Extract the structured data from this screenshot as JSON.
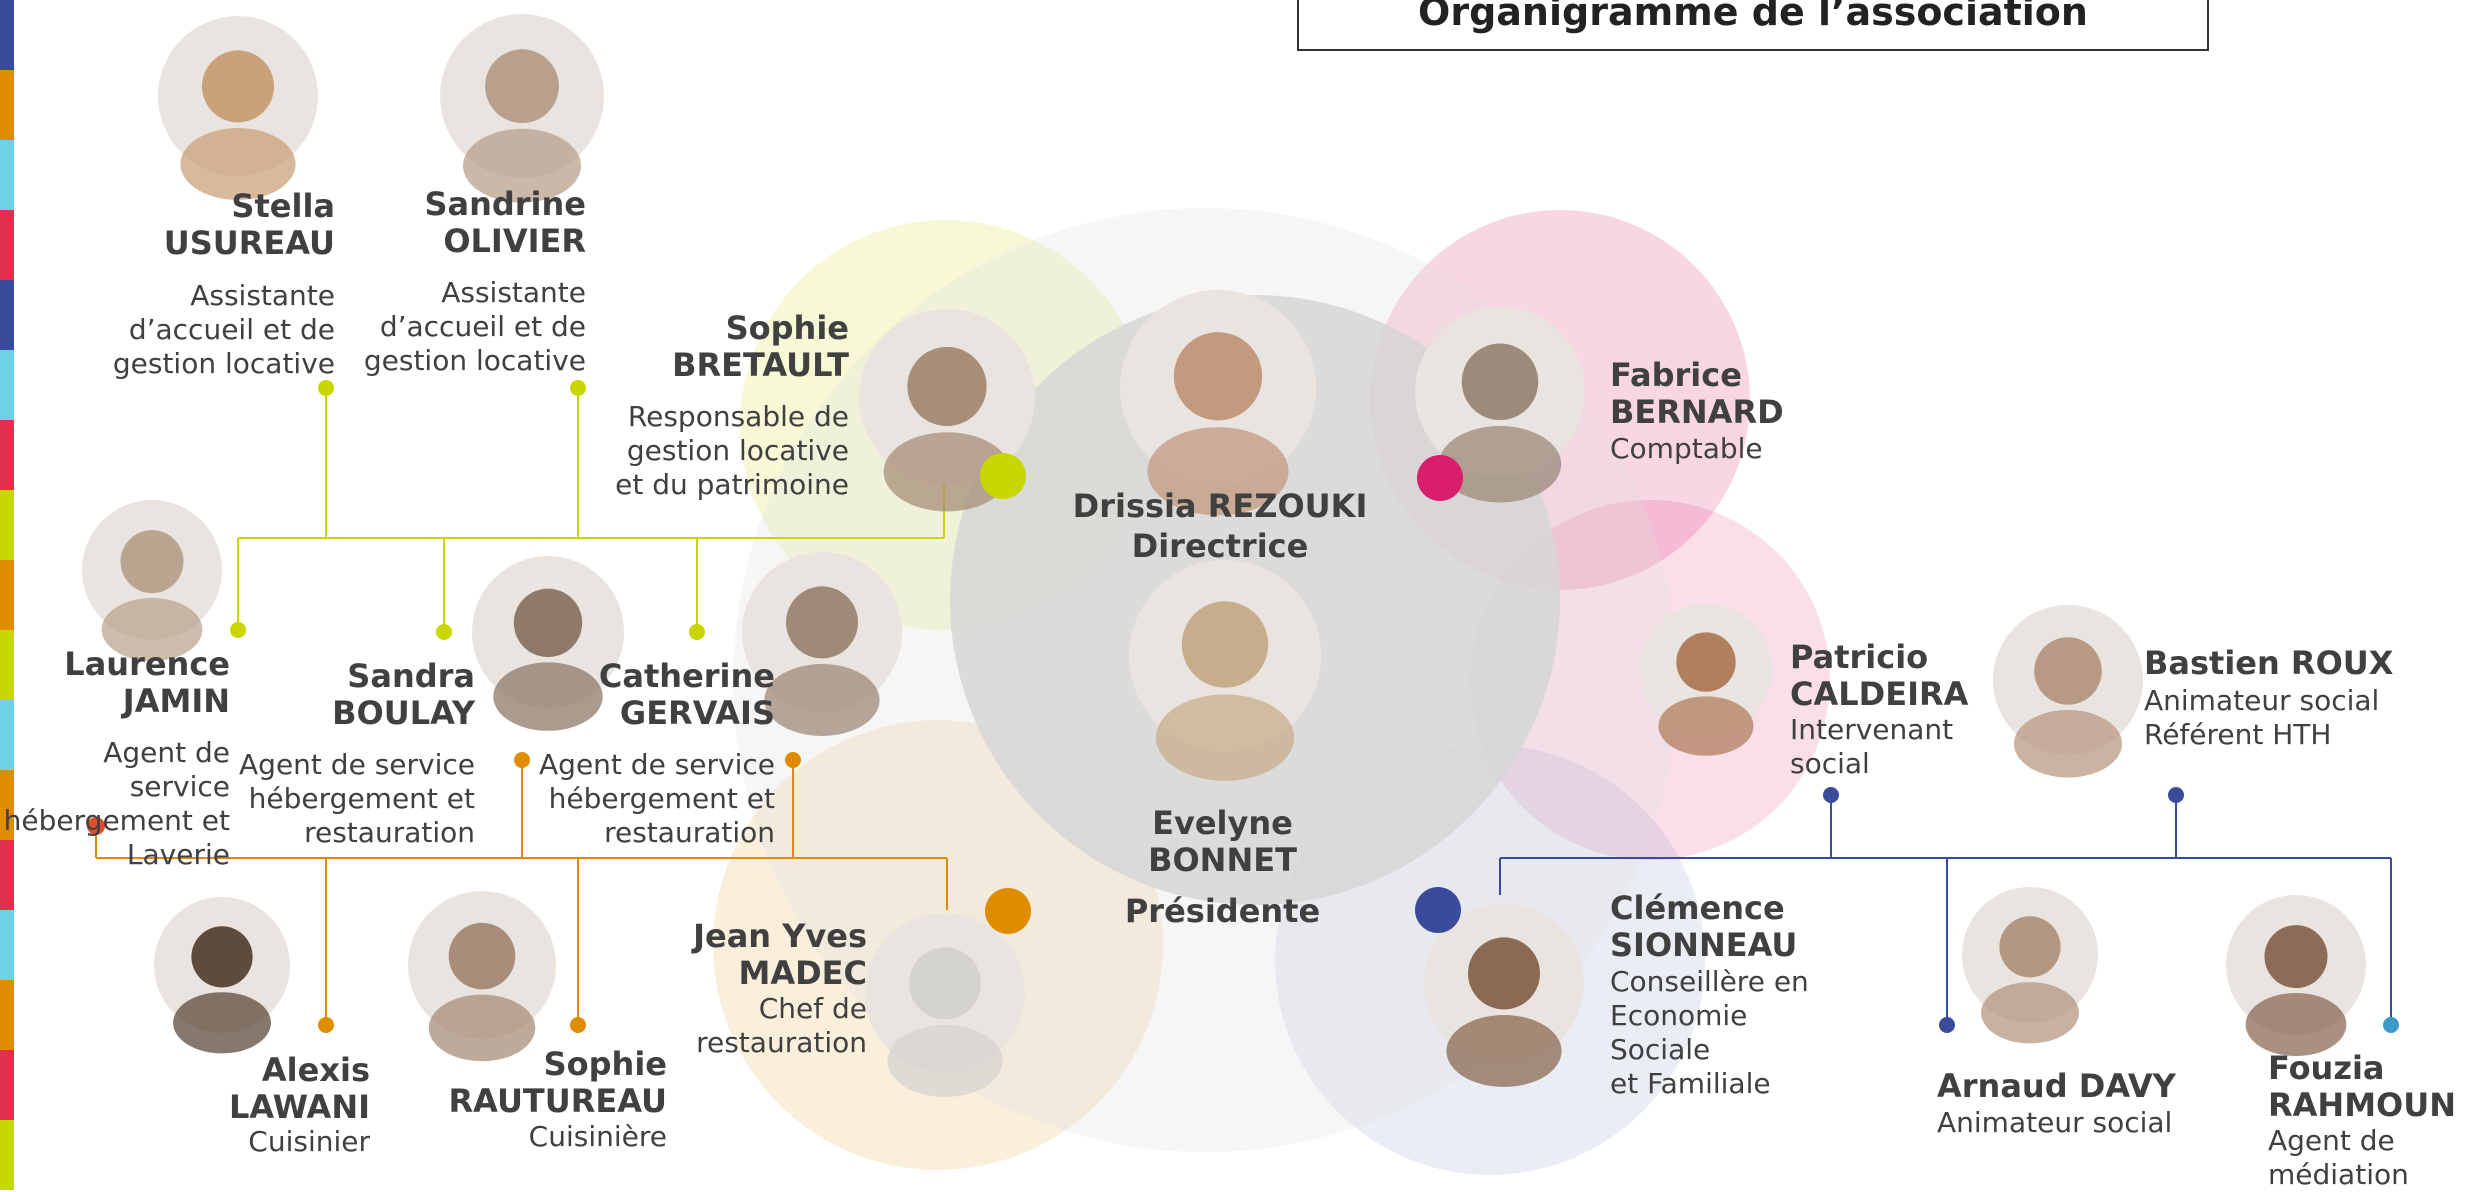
{
  "title": "Organigramme de l’association",
  "colors": {
    "text": "#404040",
    "yellowgreen": "#c9d600",
    "orange": "#de8c00",
    "magenta": "#d91e6b",
    "blue": "#3b4b9b",
    "lightblue": "#3b9ac8",
    "red": "#e24e2c",
    "center_circle": "#d6d6d6",
    "colorbar": [
      "#3b4b9b",
      "#de8c00",
      "#6dd1e8",
      "#e0304e",
      "#3b4b9b",
      "#6dd1e8",
      "#e0304e",
      "#c9d600",
      "#de8c00",
      "#c9d600",
      "#6dd1e8",
      "#de8c00",
      "#e0304e",
      "#6dd1e8",
      "#de8c00",
      "#e0304e",
      "#c9d600"
    ]
  },
  "people": {
    "stella": {
      "name": [
        "Stella",
        "USUREAU"
      ],
      "role": [
        "Assistante",
        "d’accueil et de",
        "gestion locative"
      ]
    },
    "sandrine": {
      "name": [
        "Sandrine",
        "OLIVIER"
      ],
      "role": [
        "Assistante",
        "d’accueil et de",
        "gestion locative"
      ]
    },
    "sophie_b": {
      "name": [
        "Sophie",
        "BRETAULT"
      ],
      "role": [
        "Responsable de",
        "gestion locative",
        "et du patrimoine"
      ]
    },
    "drissia": {
      "name": [
        "Drissia REZOUKI"
      ],
      "role": [
        "Directrice"
      ]
    },
    "fabrice": {
      "name": [
        "Fabrice",
        "BERNARD"
      ],
      "role": [
        "Comptable"
      ]
    },
    "laurence": {
      "name": [
        "Laurence",
        "JAMIN"
      ],
      "role": [
        "Agent de service",
        "hébergement et",
        "Laverie"
      ]
    },
    "sandra": {
      "name": [
        "Sandra",
        "BOULAY"
      ],
      "role": [
        "Agent de service",
        "hébergement et",
        "restauration"
      ]
    },
    "catherine": {
      "name": [
        "Catherine",
        "GERVAIS"
      ],
      "role": [
        "Agent de service",
        "hébergement et",
        "restauration"
      ]
    },
    "evelyne": {
      "name": [
        "Evelyne",
        "BONNET"
      ],
      "role": [
        "Présidente"
      ]
    },
    "patricio": {
      "name": [
        "Patricio",
        "CALDEIRA"
      ],
      "role": [
        "Intervenant",
        "social"
      ]
    },
    "bastien": {
      "name": [
        "Bastien ROUX"
      ],
      "role": [
        "Animateur social",
        "Référent HTH"
      ]
    },
    "alexis": {
      "name": [
        "Alexis",
        "LAWANI"
      ],
      "role": [
        "Cuisinier"
      ]
    },
    "sophie_r": {
      "name": [
        "Sophie",
        "RAUTUREAU"
      ],
      "role": [
        "Cuisinière"
      ]
    },
    "jeanyves": {
      "name": [
        "Jean Yves",
        "MADEC"
      ],
      "role": [
        "Chef de",
        "restauration"
      ]
    },
    "clemence": {
      "name": [
        "Clémence",
        "SIONNEAU"
      ],
      "role": [
        "Conseillère en",
        "Economie Sociale",
        "et Familiale"
      ]
    },
    "arnaud": {
      "name": [
        "Arnaud DAVY"
      ],
      "role": [
        "Animateur social"
      ]
    },
    "fouzia": {
      "name": [
        "Fouzia",
        "RAHMOUN"
      ],
      "role": [
        "Agent de",
        "médiation"
      ]
    }
  }
}
